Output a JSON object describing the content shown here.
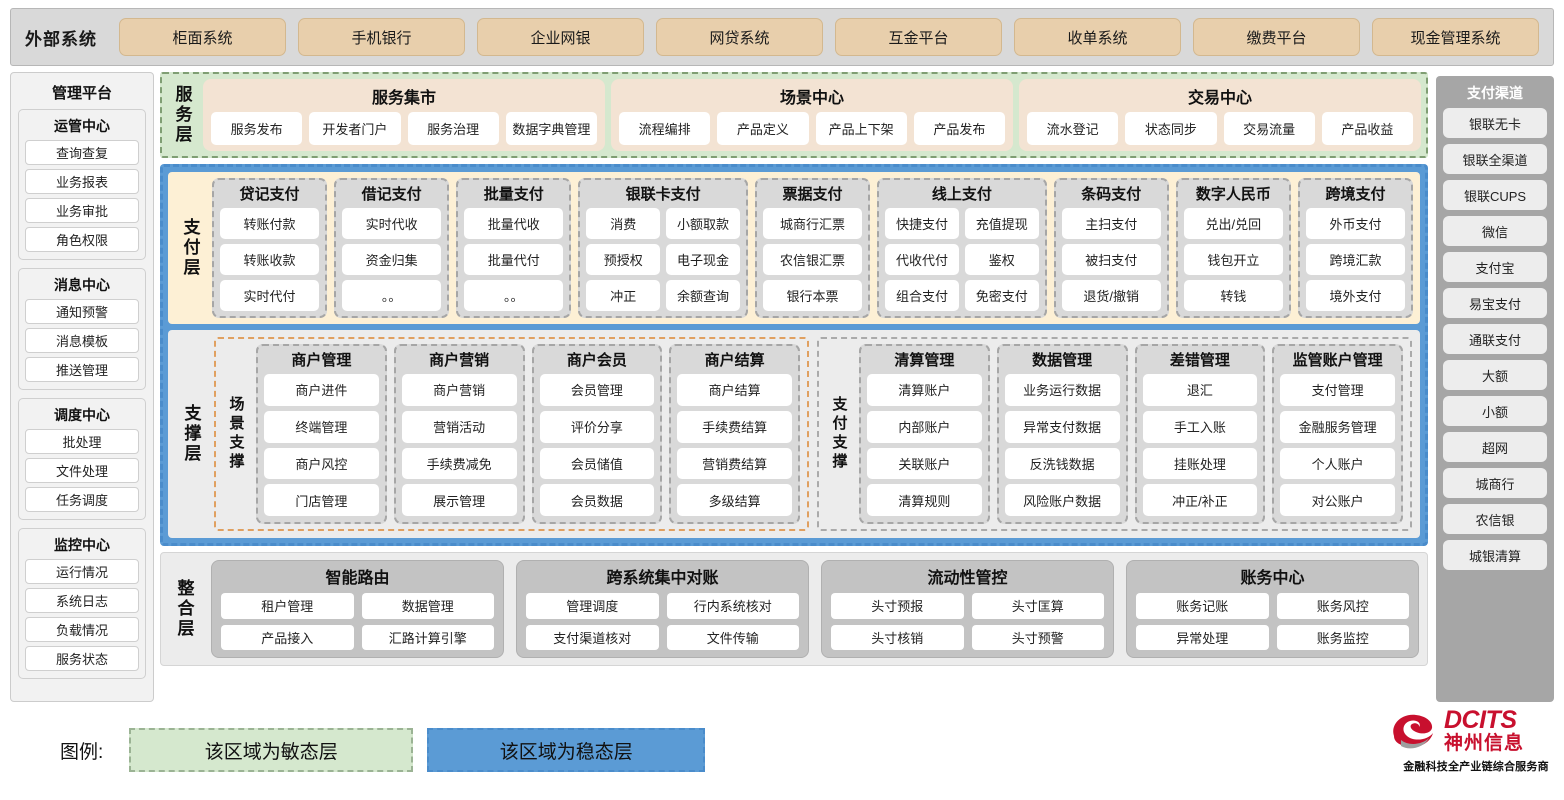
{
  "external": {
    "title": "外部系统",
    "items": [
      "柜面系统",
      "手机银行",
      "企业网银",
      "网贷系统",
      "互金平台",
      "收单系统",
      "缴费平台",
      "现金管理系统"
    ]
  },
  "management": {
    "title": "管理平台",
    "groups": [
      {
        "title": "运管中心",
        "items": [
          "查询查复",
          "业务报表",
          "业务审批",
          "角色权限"
        ]
      },
      {
        "title": "消息中心",
        "items": [
          "通知预警",
          "消息模板",
          "推送管理"
        ]
      },
      {
        "title": "调度中心",
        "items": [
          "批处理",
          "文件处理",
          "任务调度"
        ]
      },
      {
        "title": "监控中心",
        "items": [
          "运行情况",
          "系统日志",
          "负载情况",
          "服务状态"
        ]
      }
    ]
  },
  "channels": {
    "title": "支付渠道",
    "items": [
      "银联无卡",
      "银联全渠道",
      "银联CUPS",
      "微信",
      "支付宝",
      "易宝支付",
      "通联支付",
      "大额",
      "小额",
      "超网",
      "城商行",
      "农信银",
      "城银清算"
    ]
  },
  "service_layer": {
    "tag": "服务层",
    "boxes": [
      {
        "title": "服务集市",
        "items": [
          "服务发布",
          "开发者门户",
          "服务治理",
          "数据字典管理"
        ]
      },
      {
        "title": "场景中心",
        "items": [
          "流程编排",
          "产品定义",
          "产品上下架",
          "产品发布"
        ]
      },
      {
        "title": "交易中心",
        "items": [
          "流水登记",
          "状态同步",
          "交易流量",
          "产品收益"
        ]
      }
    ]
  },
  "payment_layer": {
    "tag": "支付层",
    "columns": [
      {
        "title": "贷记支付",
        "cols": 1,
        "items": [
          "转账付款",
          "转账收款",
          "实时代付"
        ]
      },
      {
        "title": "借记支付",
        "cols": 1,
        "items": [
          "实时代收",
          "资金归集",
          "。。"
        ]
      },
      {
        "title": "批量支付",
        "cols": 1,
        "items": [
          "批量代收",
          "批量代付",
          "。。"
        ]
      },
      {
        "title": "银联卡支付",
        "cols": 2,
        "items": [
          "消费",
          "小额取款",
          "预授权",
          "电子现金",
          "冲正",
          "余额查询"
        ]
      },
      {
        "title": "票据支付",
        "cols": 1,
        "items": [
          "城商行汇票",
          "农信银汇票",
          "银行本票"
        ]
      },
      {
        "title": "线上支付",
        "cols": 2,
        "items": [
          "快捷支付",
          "充值提现",
          "代收代付",
          "鉴权",
          "组合支付",
          "免密支付"
        ]
      },
      {
        "title": "条码支付",
        "cols": 1,
        "items": [
          "主扫支付",
          "被扫支付",
          "退货/撤销"
        ]
      },
      {
        "title": "数字人民币",
        "cols": 1,
        "items": [
          "兑出/兑回",
          "钱包开立",
          "转钱"
        ]
      },
      {
        "title": "跨境支付",
        "cols": 1,
        "items": [
          "外币支付",
          "跨境汇款",
          "境外支付"
        ]
      }
    ]
  },
  "support_layer": {
    "tag": "支撑层",
    "halves": [
      {
        "subtag": "场景支撑",
        "columns": [
          {
            "title": "商户管理",
            "items": [
              "商户进件",
              "终端管理",
              "商户风控",
              "门店管理"
            ]
          },
          {
            "title": "商户营销",
            "items": [
              "商户营销",
              "营销活动",
              "手续费减免",
              "展示管理"
            ]
          },
          {
            "title": "商户会员",
            "items": [
              "会员管理",
              "评价分享",
              "会员储值",
              "会员数据"
            ]
          },
          {
            "title": "商户结算",
            "items": [
              "商户结算",
              "手续费结算",
              "营销费结算",
              "多级结算"
            ]
          }
        ]
      },
      {
        "subtag": "支付支撑",
        "columns": [
          {
            "title": "清算管理",
            "items": [
              "清算账户",
              "内部账户",
              "关联账户",
              "清算规则"
            ]
          },
          {
            "title": "数据管理",
            "items": [
              "业务运行数据",
              "异常支付数据",
              "反洗钱数据",
              "风险账户数据"
            ]
          },
          {
            "title": "差错管理",
            "items": [
              "退汇",
              "手工入账",
              "挂账处理",
              "冲正/补正"
            ]
          },
          {
            "title": "监管账户管理",
            "items": [
              "支付管理",
              "金融服务管理",
              "个人账户",
              "对公账户"
            ]
          }
        ]
      }
    ]
  },
  "integration_layer": {
    "tag": "整合层",
    "columns": [
      {
        "title": "智能路由",
        "items": [
          "租户管理",
          "数据管理",
          "产品接入",
          "汇路计算引擎"
        ]
      },
      {
        "title": "跨系统集中对账",
        "items": [
          "管理调度",
          "行内系统核对",
          "支付渠道核对",
          "文件传输"
        ]
      },
      {
        "title": "流动性管控",
        "items": [
          "头寸预报",
          "头寸匡算",
          "头寸核销",
          "头寸预警"
        ]
      },
      {
        "title": "账务中心",
        "items": [
          "账务记账",
          "账务风控",
          "异常处理",
          "账务监控"
        ]
      }
    ]
  },
  "legend": {
    "label": "图例:",
    "agile": "该区域为敏态层",
    "stable": "该区域为稳态层"
  },
  "logo": {
    "en": "DCITS",
    "cn": "神州信息",
    "tagline": "金融科技全产业链综合服务商"
  },
  "colors": {
    "agile_green": "#d5e8ce",
    "stable_blue": "#5b9bd5",
    "payment_cream": "#fdf0d5",
    "external_chip": "#e8cfac",
    "brand_red": "#c8102e"
  }
}
